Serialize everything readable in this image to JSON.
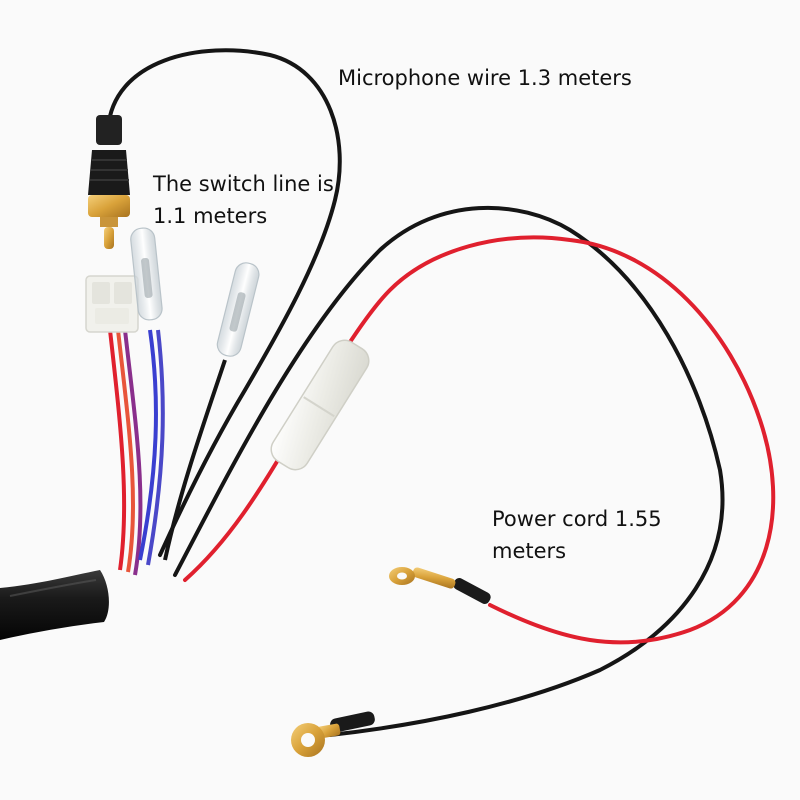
{
  "labels": {
    "microphone": "Microphone wire 1.3 meters",
    "switch_line_1": "The switch line is",
    "switch_line_2": "1.1 meters",
    "power_line_1": "Power cord 1.55",
    "power_line_2": "meters"
  },
  "colors": {
    "background": "#fafafa",
    "black_wire": "#151515",
    "red_wire": "#e0202e",
    "blue_wire": "#3a3fd0",
    "orange_wire": "#e8553a",
    "purple_wire": "#8a2f8c",
    "cable_sheath": "#1a1a1a",
    "gold": "#d9a23a",
    "connector_white": "#f1f1ec",
    "translucent": "#dfe6ea"
  }
}
